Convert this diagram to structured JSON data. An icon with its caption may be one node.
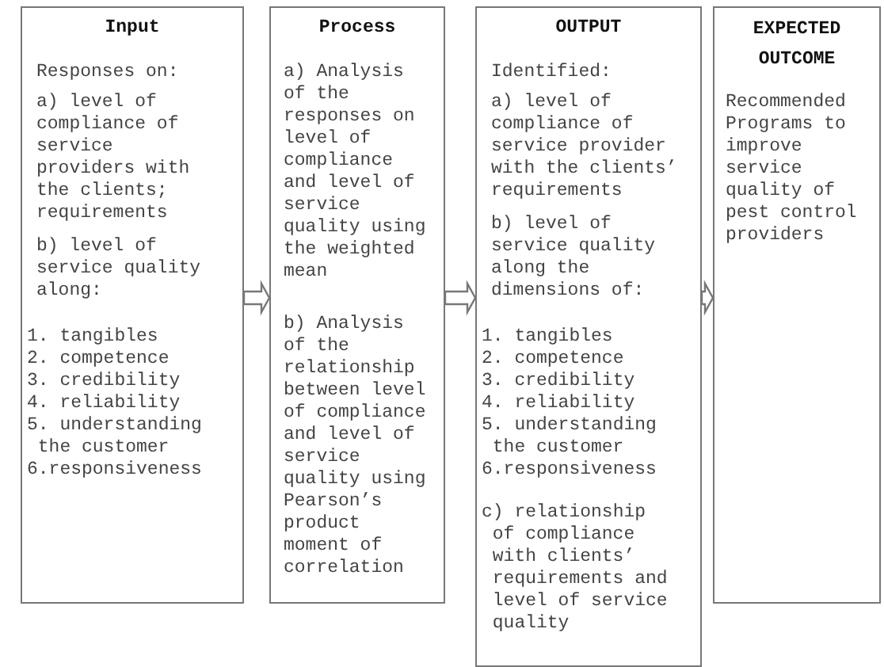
{
  "diagram": {
    "nodes": [
      {
        "text": [
          "Input",
          "Responses on:",
          "a) level of compliance of service providers with the clients; requirements",
          "b) level of service quality along:",
          "1. tangibles",
          "2. competence",
          "3. credibility",
          "4. reliability",
          "5. understanding the customer",
          "6.responsiveness"
        ]
      },
      {
        "text": [
          "Process",
          "a) Analysis of the responses on level of compliance and level of service quality using the weighted mean",
          "b) Analysis of the relationship between level of compliance and level of service quality using Pearson’s product moment of correlation"
        ]
      },
      {
        "text": [
          "OUTPUT",
          "Identified:",
          "a) level of compliance of service provider with the clients’ requirements",
          "b) level of service quality along the dimensions of:",
          "1. tangibles",
          "2. competence",
          "3. credibility",
          "4. reliability",
          "5. understanding the customer",
          "6.responsiveness",
          "c) relationship of compliance with clients’ requirements and level of service quality"
        ]
      },
      {
        "text": [
          "EXPECTED OUTCOME",
          "Recommended Programs to improve service quality of pest control providers"
        ]
      }
    ],
    "edges": [
      {
        "from": 0,
        "to": 1,
        "arrow": "to"
      },
      {
        "from": 1,
        "to": 2,
        "arrow": "to"
      },
      {
        "from": 2,
        "to": 3,
        "arrow": "to"
      }
    ]
  }
}
